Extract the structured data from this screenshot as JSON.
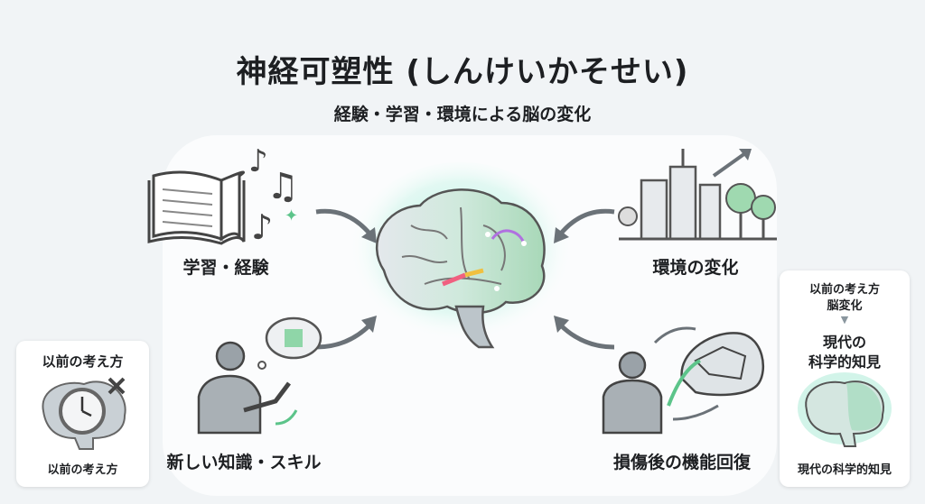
{
  "header": {
    "title": "神経可塑性 (しんけいかそせい)",
    "subtitle": "経験・学習・環境による脳の変化"
  },
  "factors": [
    {
      "label": "学習・経験",
      "icon": "book-music-icon"
    },
    {
      "label": "環境の変化",
      "icon": "city-trees-icon"
    },
    {
      "label": "新しい知識・スキル",
      "icon": "person-puzzle-icon"
    },
    {
      "label": "損傷後の機能回復",
      "icon": "person-recovery-brain-icon"
    }
  ],
  "left_card": {
    "title": "以前の考え方",
    "caption": "以前の考え方",
    "icon": "brain-clock-cross-icon"
  },
  "right_card": {
    "line1": "以前の考え方",
    "line2": "脳変化",
    "heading1": "現代の",
    "heading2": "科学的知見",
    "caption": "現代の科学的知見",
    "icon": "glowing-brain-icon"
  },
  "colors": {
    "background": "#f1f4f6",
    "glow": "#7fe0c8",
    "arrow": "#6b7278",
    "accent_green": "#5cc48a"
  }
}
